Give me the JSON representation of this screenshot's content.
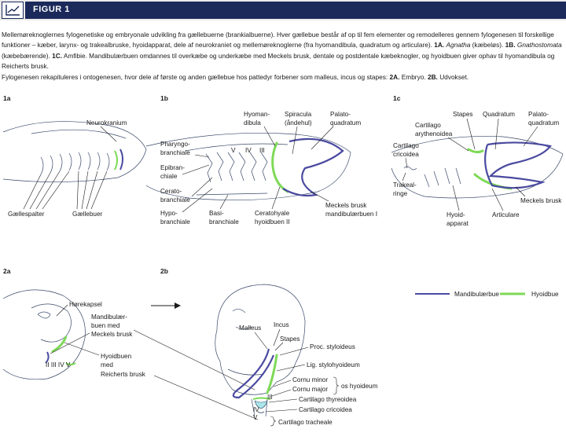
{
  "figure_title": "FIGUR 1",
  "caption": {
    "p1_intro": "Mellemøreknoglernes fylogenetiske og embryonale udvikling fra gællebuerne (brankialbuerne). Hver gællebue består af op til fem elementer og remodelleres gennem fylogenesen til forskellige funktioner – kæber, larynx- og trakealbruske, hyoidapparat, dele af neurokraniet og mellemøreknoglerne (fra hyomandibula, quadratum og articulare).",
    "p1_1a": "1A.",
    "p1_1a_txt": "Agnatha",
    "p1_1a_rest": "(kæbeløs).",
    "p1_1b": "1B.",
    "p1_1b_txt": "Gnathostomata",
    "p1_1b_rest": "(kæbebærende).",
    "p1_1c": "1C.",
    "p1_1c_rest": "Amfibie. Mandibulærbuen omdannes til overkæbe og underkæbe med Meckels brusk, dentale og postdentale kæbeknogler, og hyoidbuen giver ophav til hyomandibula og Reicherts brusk.",
    "p2_txt": "Fylogenesen rekapituleres i ontogenesen, hvor dele af første og anden gællebue hos pattedyr forbener som malleus, incus og stapes:",
    "p2_2a": "2A.",
    "p2_2a_rest": "Embryo.",
    "p2_2b": "2B.",
    "p2_2b_rest": "Udvokset."
  },
  "panels": {
    "p1a": "1a",
    "p1b": "1b",
    "p1c": "1c",
    "p2a": "2a",
    "p2b": "2b"
  },
  "labels_1a": {
    "neurokranium": "Neurokranium",
    "gaellespalter": "Gællespalter",
    "gaellebuer": "Gællebuer"
  },
  "labels_1b": {
    "hyoman_1": "Hyoman-",
    "hyoman_2": "dibula",
    "spiracula_1": "Spiracula",
    "spiracula_2": "(åndehul)",
    "palato_1": "Palato-",
    "palato_2": "quadratum",
    "pharyngo_1": "Pharyngo-",
    "pharyngo_2": "branchiale",
    "epi_1": "Epibran-",
    "epi_2": "chiale",
    "cerato_1": "Cerato-",
    "cerato_2": "branchiale",
    "hypo_1": "Hypo-",
    "hypo_2": "branchiale",
    "basi_1": "Basi-",
    "basi_2": "branchiale",
    "ceratohyale_1": "Ceratohyale",
    "ceratohyale_2": "hyoidbuen II",
    "meckels_1": "Meckels brusk",
    "meckels_2": "mandibulærbuen I",
    "rn_v": "V",
    "rn_iv": "IV",
    "rn_iii": "III"
  },
  "labels_1c": {
    "stapes": "Stapes",
    "quadratum": "Quadratum",
    "palato_1": "Palato-",
    "palato_2": "quadratum",
    "arythen_1": "Cartilago",
    "arythen_2": "arythenoidea",
    "cricoidea_1": "Cartilago",
    "cricoidea_2": "cricoidea",
    "trakeal_1": "Trakeal-",
    "trakeal_2": "ringe",
    "meckels": "Meckels brusk",
    "hyoid_1": "Hyoid-",
    "hyoid_2": "apparat",
    "articulare": "Articulare"
  },
  "legend": {
    "mandibular": "Mandibulærbue",
    "hyoid": "Hyoidbue",
    "mandibular_color": "#4a4aa0",
    "hyoid_color": "#7ed957"
  },
  "labels_2a": {
    "hoerekapsel": "Hørekapsel",
    "mand_1": "Mandibulær-",
    "mand_2": "buen med",
    "mand_3": "Meckels brusk",
    "hyoid_1": "Hyoidbuen",
    "hyoid_2": "med",
    "hyoid_3": "Reicherts brusk",
    "rn": "II III IV V"
  },
  "labels_2b": {
    "malleus": "Malleus",
    "incus": "Incus",
    "stapes": "Stapes",
    "styloideus": "Proc. styloideus",
    "stylohyoideum": "Lig. stylohyoideum",
    "cornu_minor": "Cornu minor",
    "cornu_major": "Cornu major",
    "os_hyoideum": "os hyoideum",
    "thyreoidea": "Cartilago thyreoidea",
    "cricoidea": "Cartilago cricoidea",
    "tracheale": "Cartilago tracheale",
    "rn_iii": "III",
    "rn_iv": "IV",
    "rn_v": "V"
  }
}
